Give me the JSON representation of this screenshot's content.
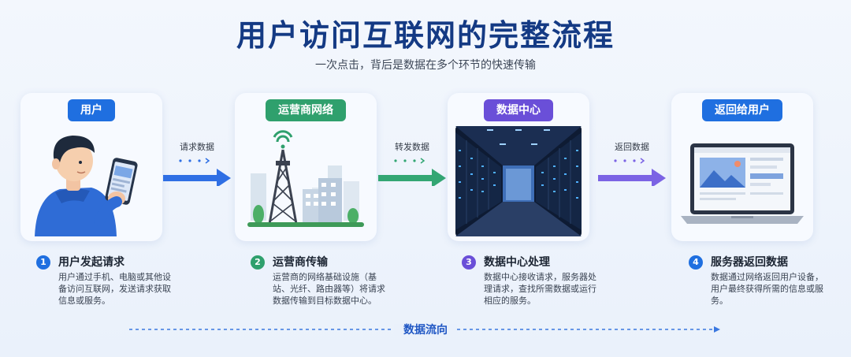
{
  "header": {
    "title": "用户访问互联网的完整流程",
    "subtitle": "一次点击，背后是数据在多个环节的快速传输"
  },
  "cards": [
    {
      "label": "用户",
      "color": "#1f6fe0"
    },
    {
      "label": "运营商网络",
      "color": "#2fa06d"
    },
    {
      "label": "数据中心",
      "color": "#6a4fd8"
    },
    {
      "label": "返回给用户",
      "color": "#1f6fe0"
    }
  ],
  "connectors": [
    {
      "label": "请求数据",
      "color": "#2f6fe4"
    },
    {
      "label": "转发数据",
      "color": "#33a673"
    },
    {
      "label": "返回数据",
      "color": "#7b63e4"
    }
  ],
  "steps": [
    {
      "num": "1",
      "title": "用户发起请求",
      "desc": "用户通过手机、电脑或其他设备访问互联网，发送请求获取信息或服务。",
      "color": "#1f6fe0"
    },
    {
      "num": "2",
      "title": "运营商传输",
      "desc": "运营商的网络基础设施（基站、光纤、路由器等）将请求数据传输到目标数据中心。",
      "color": "#2fa06d"
    },
    {
      "num": "3",
      "title": "数据中心处理",
      "desc": "数据中心接收请求，服务器处理请求，查找所需数据或运行相应的服务。",
      "color": "#6a4fd8"
    },
    {
      "num": "4",
      "title": "服务器返回数据",
      "desc": "数据通过网络返回用户设备，用户最终获得所需的信息或服务。",
      "color": "#1f6fe0"
    }
  ],
  "flow": {
    "label": "数据流向"
  }
}
